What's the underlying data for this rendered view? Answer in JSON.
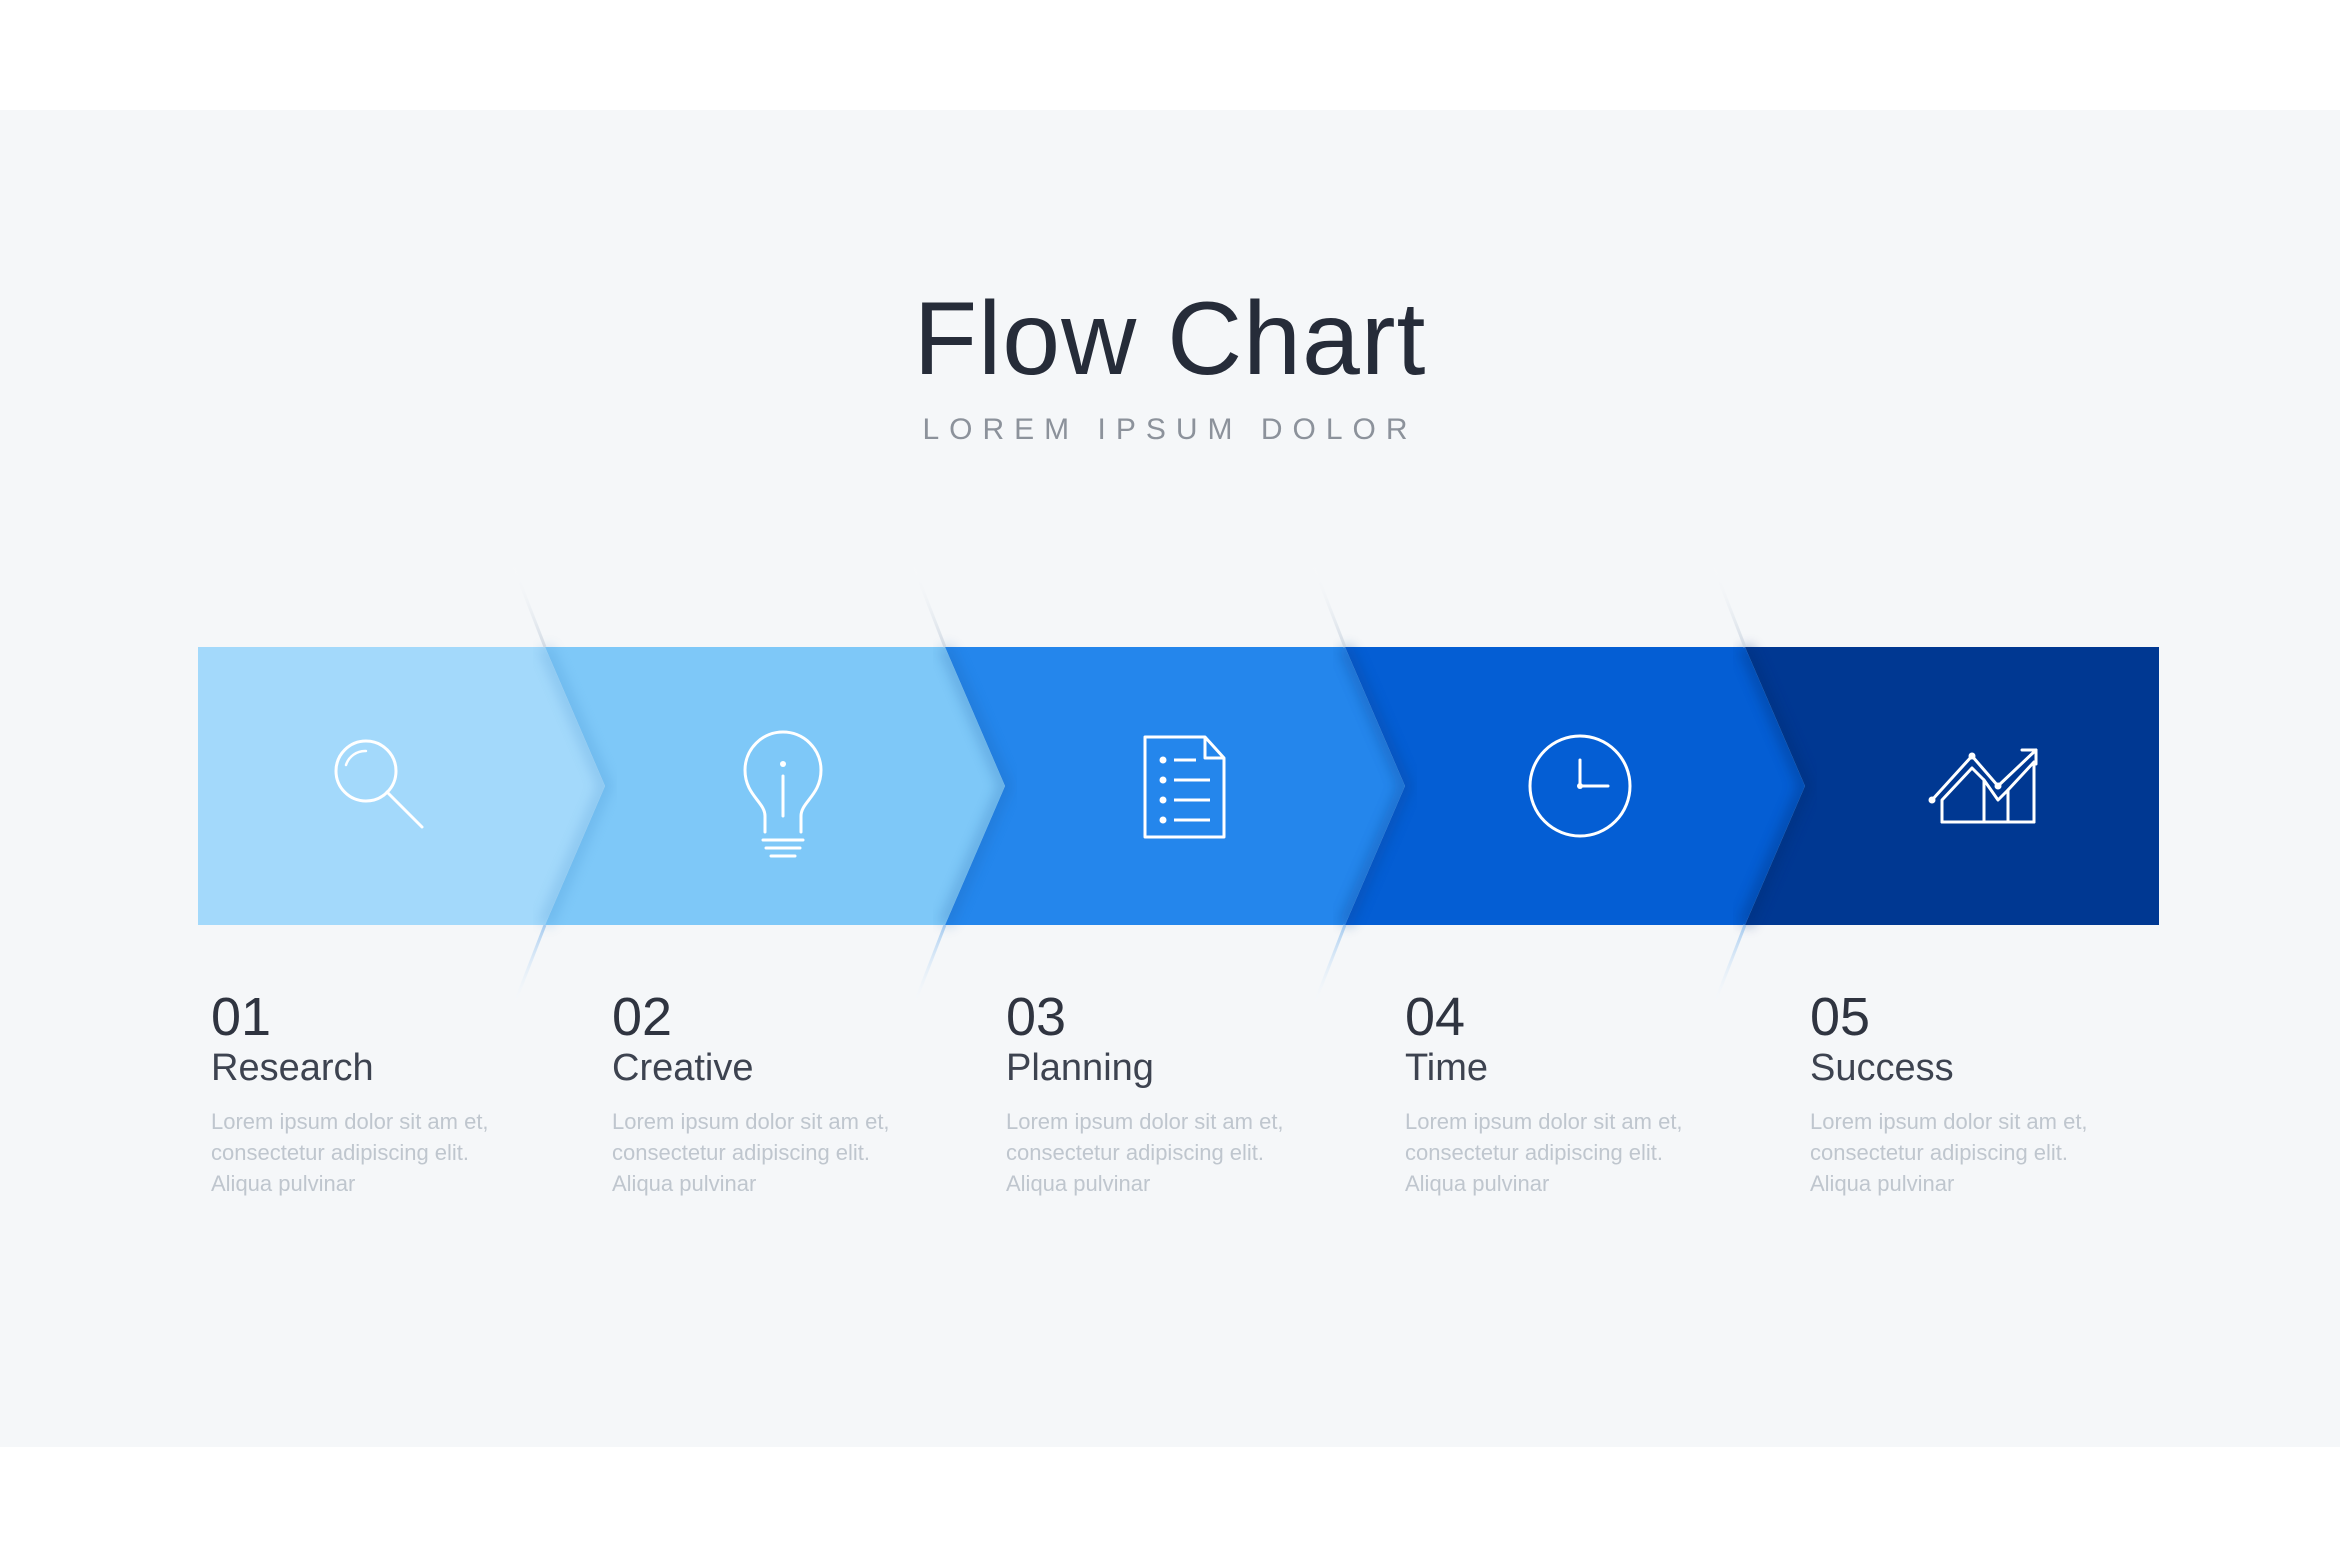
{
  "header": {
    "title": "Flow Chart",
    "subtitle": "LOREM IPSUM DOLOR"
  },
  "steps": [
    {
      "number": "01",
      "label": "Research",
      "description": "Lorem ipsum dolor sit am et, consectetur adipiscing elit. Aliqua pulvinar",
      "icon": "search-icon",
      "color": "#a3d9fb"
    },
    {
      "number": "02",
      "label": "Creative",
      "description": "Lorem ipsum dolor sit am et, consectetur adipiscing elit. Aliqua pulvinar",
      "icon": "lightbulb-icon",
      "color": "#7ec8f8"
    },
    {
      "number": "03",
      "label": "Planning",
      "description": "Lorem ipsum dolor sit am et, consectetur adipiscing elit. Aliqua pulvinar",
      "icon": "document-list-icon",
      "color": "#2486ec"
    },
    {
      "number": "04",
      "label": "Time",
      "description": "Lorem ipsum dolor sit am et, consectetur adipiscing elit. Aliqua pulvinar",
      "icon": "clock-icon",
      "color": "#045ed4"
    },
    {
      "number": "05",
      "label": "Success",
      "description": "Lorem ipsum dolor sit am et, consectetur adipiscing elit. Aliqua pulvinar",
      "icon": "growth-chart-icon",
      "color": "#003892"
    }
  ]
}
